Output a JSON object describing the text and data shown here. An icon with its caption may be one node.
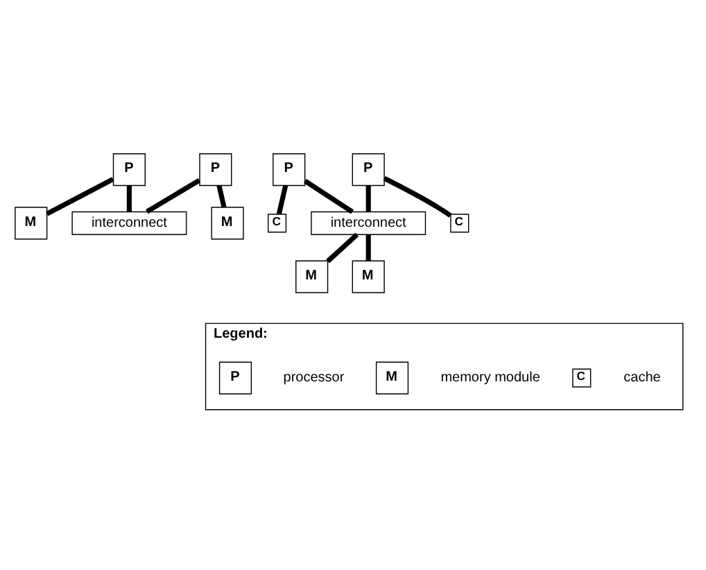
{
  "diagram": {
    "nodes": [
      {
        "text": [
          "P"
        ]
      },
      {
        "text": [
          "P"
        ]
      },
      {
        "text": [
          "P"
        ]
      },
      {
        "text": [
          "P"
        ]
      },
      {
        "text": [
          "M"
        ]
      },
      {
        "text": [
          "M"
        ]
      },
      {
        "text": [
          "C"
        ]
      },
      {
        "text": [
          "C"
        ]
      },
      {
        "text": [
          "interconnect"
        ]
      },
      {
        "text": [
          "interconnect"
        ]
      },
      {
        "text": [
          "M"
        ]
      },
      {
        "text": [
          "M"
        ]
      },
      {
        "text": [
          "Legend:"
        ]
      },
      {
        "text": [
          "P"
        ],
        "in": 12,
        "beside": [
          "processor"
        ]
      },
      {
        "text": [
          "M"
        ],
        "in": 12,
        "beside": [
          "memory module"
        ]
      },
      {
        "text": [
          "C"
        ],
        "in": 12,
        "beside": [
          "cache"
        ]
      }
    ],
    "edges": [
      {
        "from": 0,
        "to": 8,
        "arrow": "none"
      },
      {
        "from": 0,
        "to": 4,
        "arrow": "none"
      },
      {
        "from": 1,
        "to": 8,
        "arrow": "none"
      },
      {
        "from": 1,
        "to": 5,
        "arrow": "none"
      },
      {
        "from": 2,
        "to": 9,
        "arrow": "none"
      },
      {
        "from": 2,
        "to": 6,
        "arrow": "none"
      },
      {
        "from": 3,
        "to": 9,
        "arrow": "none"
      },
      {
        "from": 3,
        "to": 7,
        "arrow": "none"
      },
      {
        "from": 9,
        "to": 10,
        "arrow": "none"
      },
      {
        "from": 9,
        "to": 11,
        "arrow": "none"
      }
    ]
  }
}
